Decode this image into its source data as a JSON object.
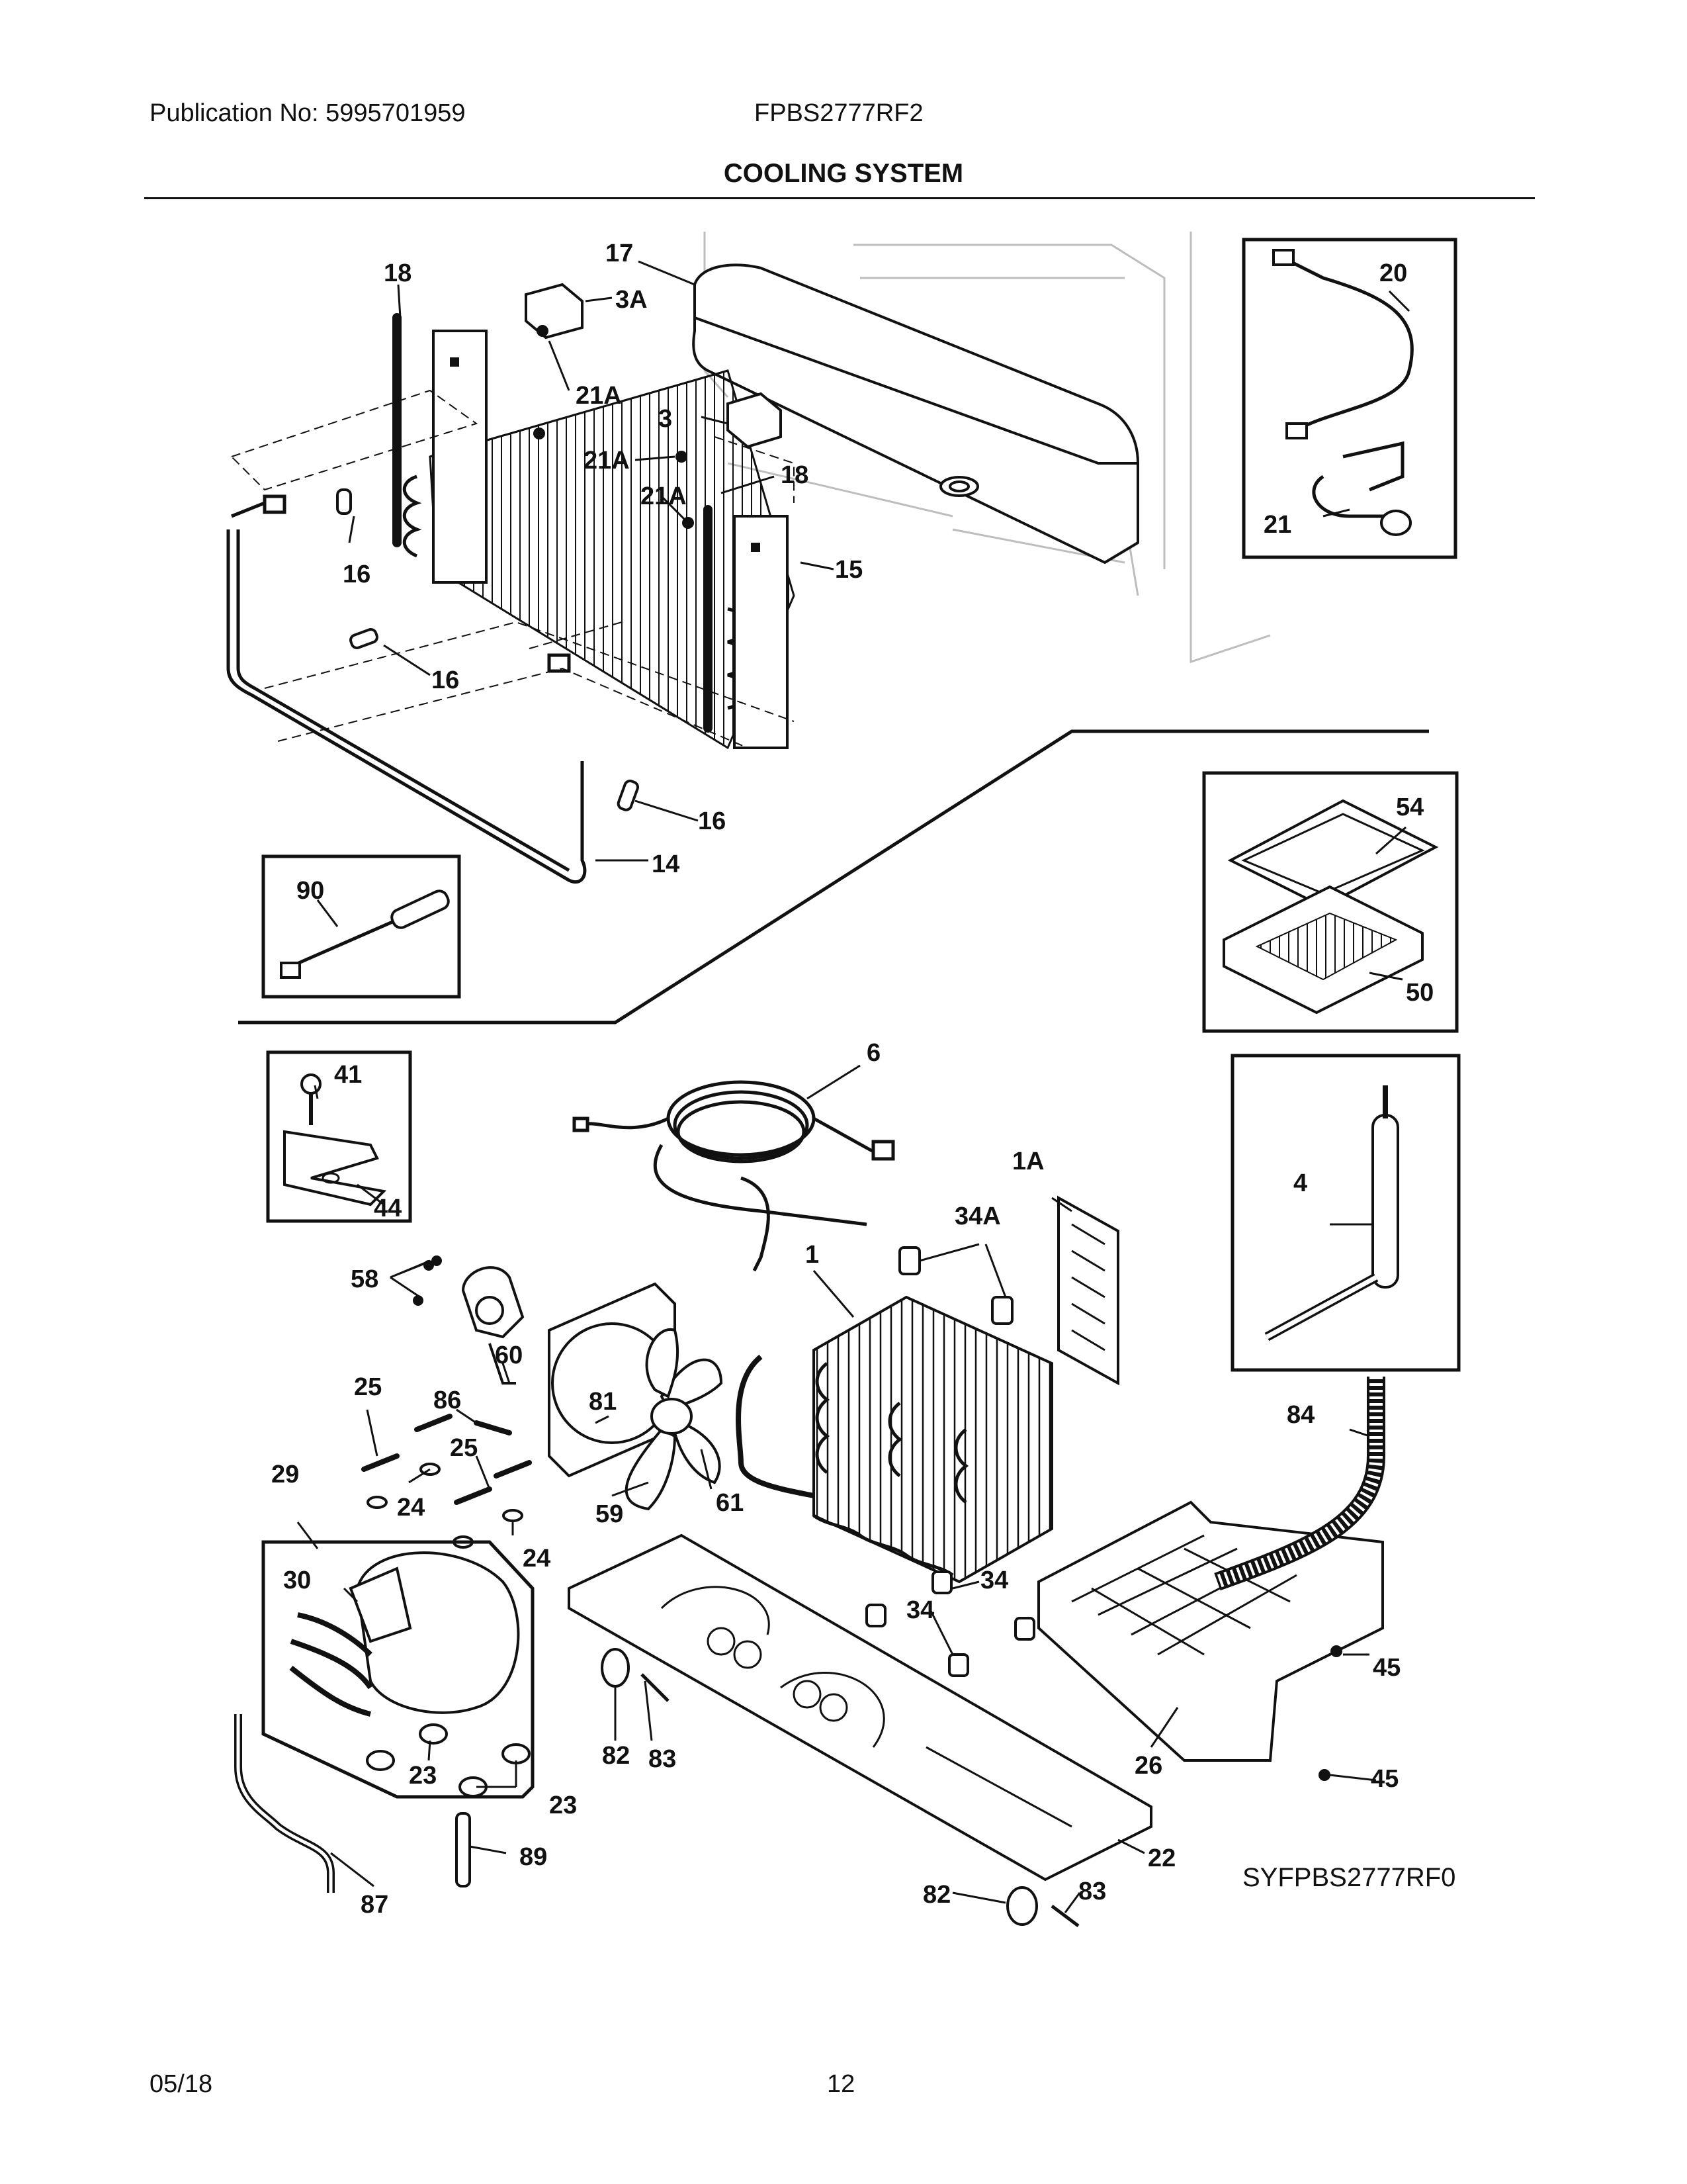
{
  "header": {
    "publication": "Publication No: 5995701959",
    "model": "FPBS2777RF2"
  },
  "title": "COOLING SYSTEM",
  "callouts": [
    "18",
    "17",
    "3A",
    "21A",
    "3",
    "21A",
    "21A",
    "18",
    "16",
    "15",
    "16",
    "16",
    "14",
    "20",
    "21",
    "90",
    "54",
    "50",
    "41",
    "44",
    "6",
    "1A",
    "34A",
    "1",
    "4",
    "58",
    "60",
    "86",
    "25",
    "81",
    "84",
    "29",
    "25",
    "24",
    "59",
    "61",
    "24",
    "30",
    "34",
    "34",
    "45",
    "82",
    "83",
    "23",
    "23",
    "26",
    "45",
    "87",
    "89",
    "22",
    "82",
    "83"
  ],
  "reference_code": "SYFPBS2777RF0",
  "footer": {
    "date": "05/18",
    "page": "12"
  },
  "colors": {
    "ink": "#111111",
    "ghost": "#bdbdbd",
    "paper": "#ffffff"
  }
}
